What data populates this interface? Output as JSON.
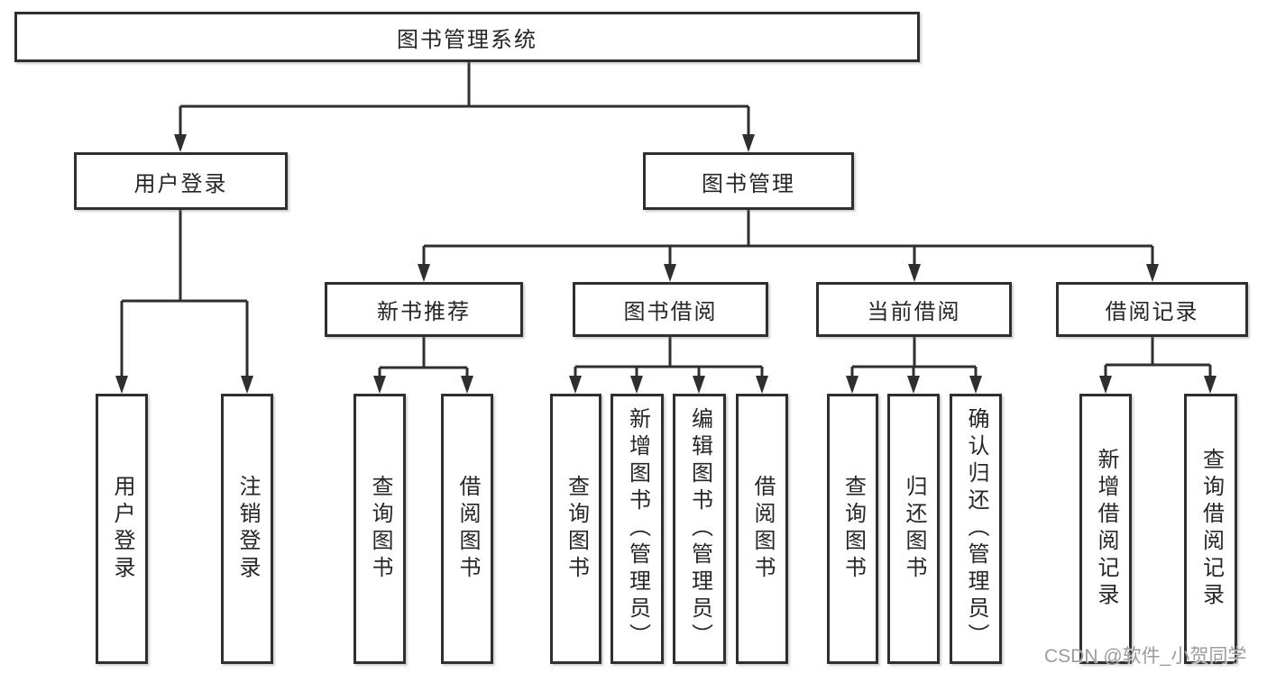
{
  "page": {
    "background": "#ffffff"
  },
  "diagram": {
    "root": {
      "label": "图书管理系统"
    },
    "branches": [
      {
        "label": "用户登录",
        "children": [
          {
            "label": "用户登录"
          },
          {
            "label": "注销登录"
          }
        ]
      },
      {
        "label": "图书管理",
        "children": [
          {
            "label": "新书推荐",
            "children": [
              {
                "label": "查询图书"
              },
              {
                "label": "借阅图书"
              }
            ]
          },
          {
            "label": "图书借阅",
            "children": [
              {
                "label": "查询图书"
              },
              {
                "label": "新增图书（管理员）"
              },
              {
                "label": "编辑图书（管理员）"
              },
              {
                "label": "借阅图书"
              }
            ]
          },
          {
            "label": "当前借阅",
            "children": [
              {
                "label": "查询图书"
              },
              {
                "label": "归还图书"
              },
              {
                "label": "确认归还（管理员）"
              }
            ]
          },
          {
            "label": "借阅记录",
            "children": [
              {
                "label": "新增借阅记录"
              },
              {
                "label": "查询借阅记录"
              }
            ]
          }
        ]
      }
    ]
  },
  "watermark": {
    "text": "CSDN @软件_小贺同学",
    "color": "#9c9c9c"
  },
  "colors": {
    "line": "#2f2f2f",
    "box_border": "#2f2f2f",
    "box_fill": "#ffffff",
    "label_text": "#262626"
  }
}
